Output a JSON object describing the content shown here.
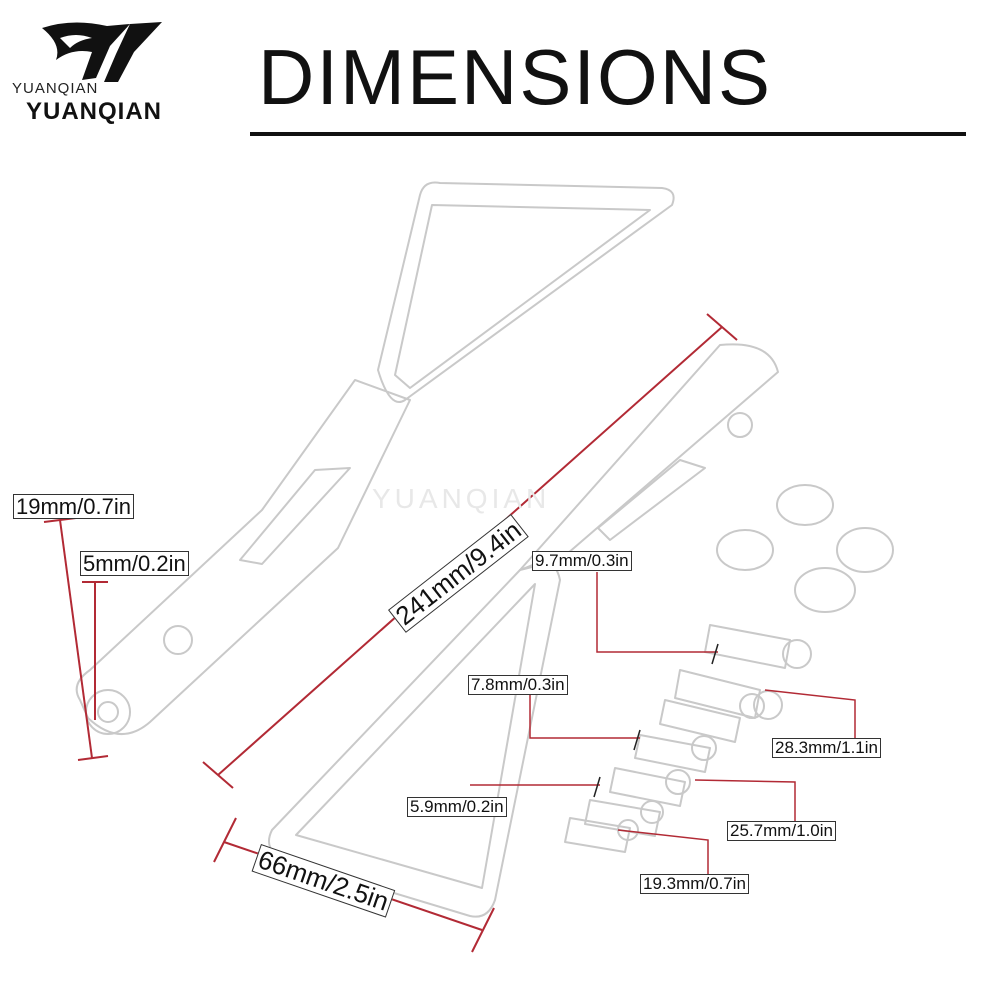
{
  "logo": {
    "brand_small": "YUANQIAN",
    "brand_big": "YUANQIAN"
  },
  "header": {
    "title": "DIMENSIONS"
  },
  "watermark": {
    "text": "YUANQIAN"
  },
  "dimensions": {
    "clamp_width": "19mm/0.7in",
    "bolt_diameter": "5mm/0.2in",
    "overall_length": "241mm/9.4in",
    "glass_width": "66mm/2.5in",
    "bolt_a_diameter": "9.7mm/0.3in",
    "bolt_a_length": "28.3mm/1.1in",
    "bolt_b_diameter": "7.8mm/0.3in",
    "bolt_b_length": "25.7mm/1.0in",
    "bolt_c_diameter": "5.9mm/0.2in",
    "bolt_c_length": "19.3mm/0.7in"
  },
  "colors": {
    "dimension_line": "#b22a35",
    "outline": "#c9c9c9",
    "text": "#111111"
  }
}
